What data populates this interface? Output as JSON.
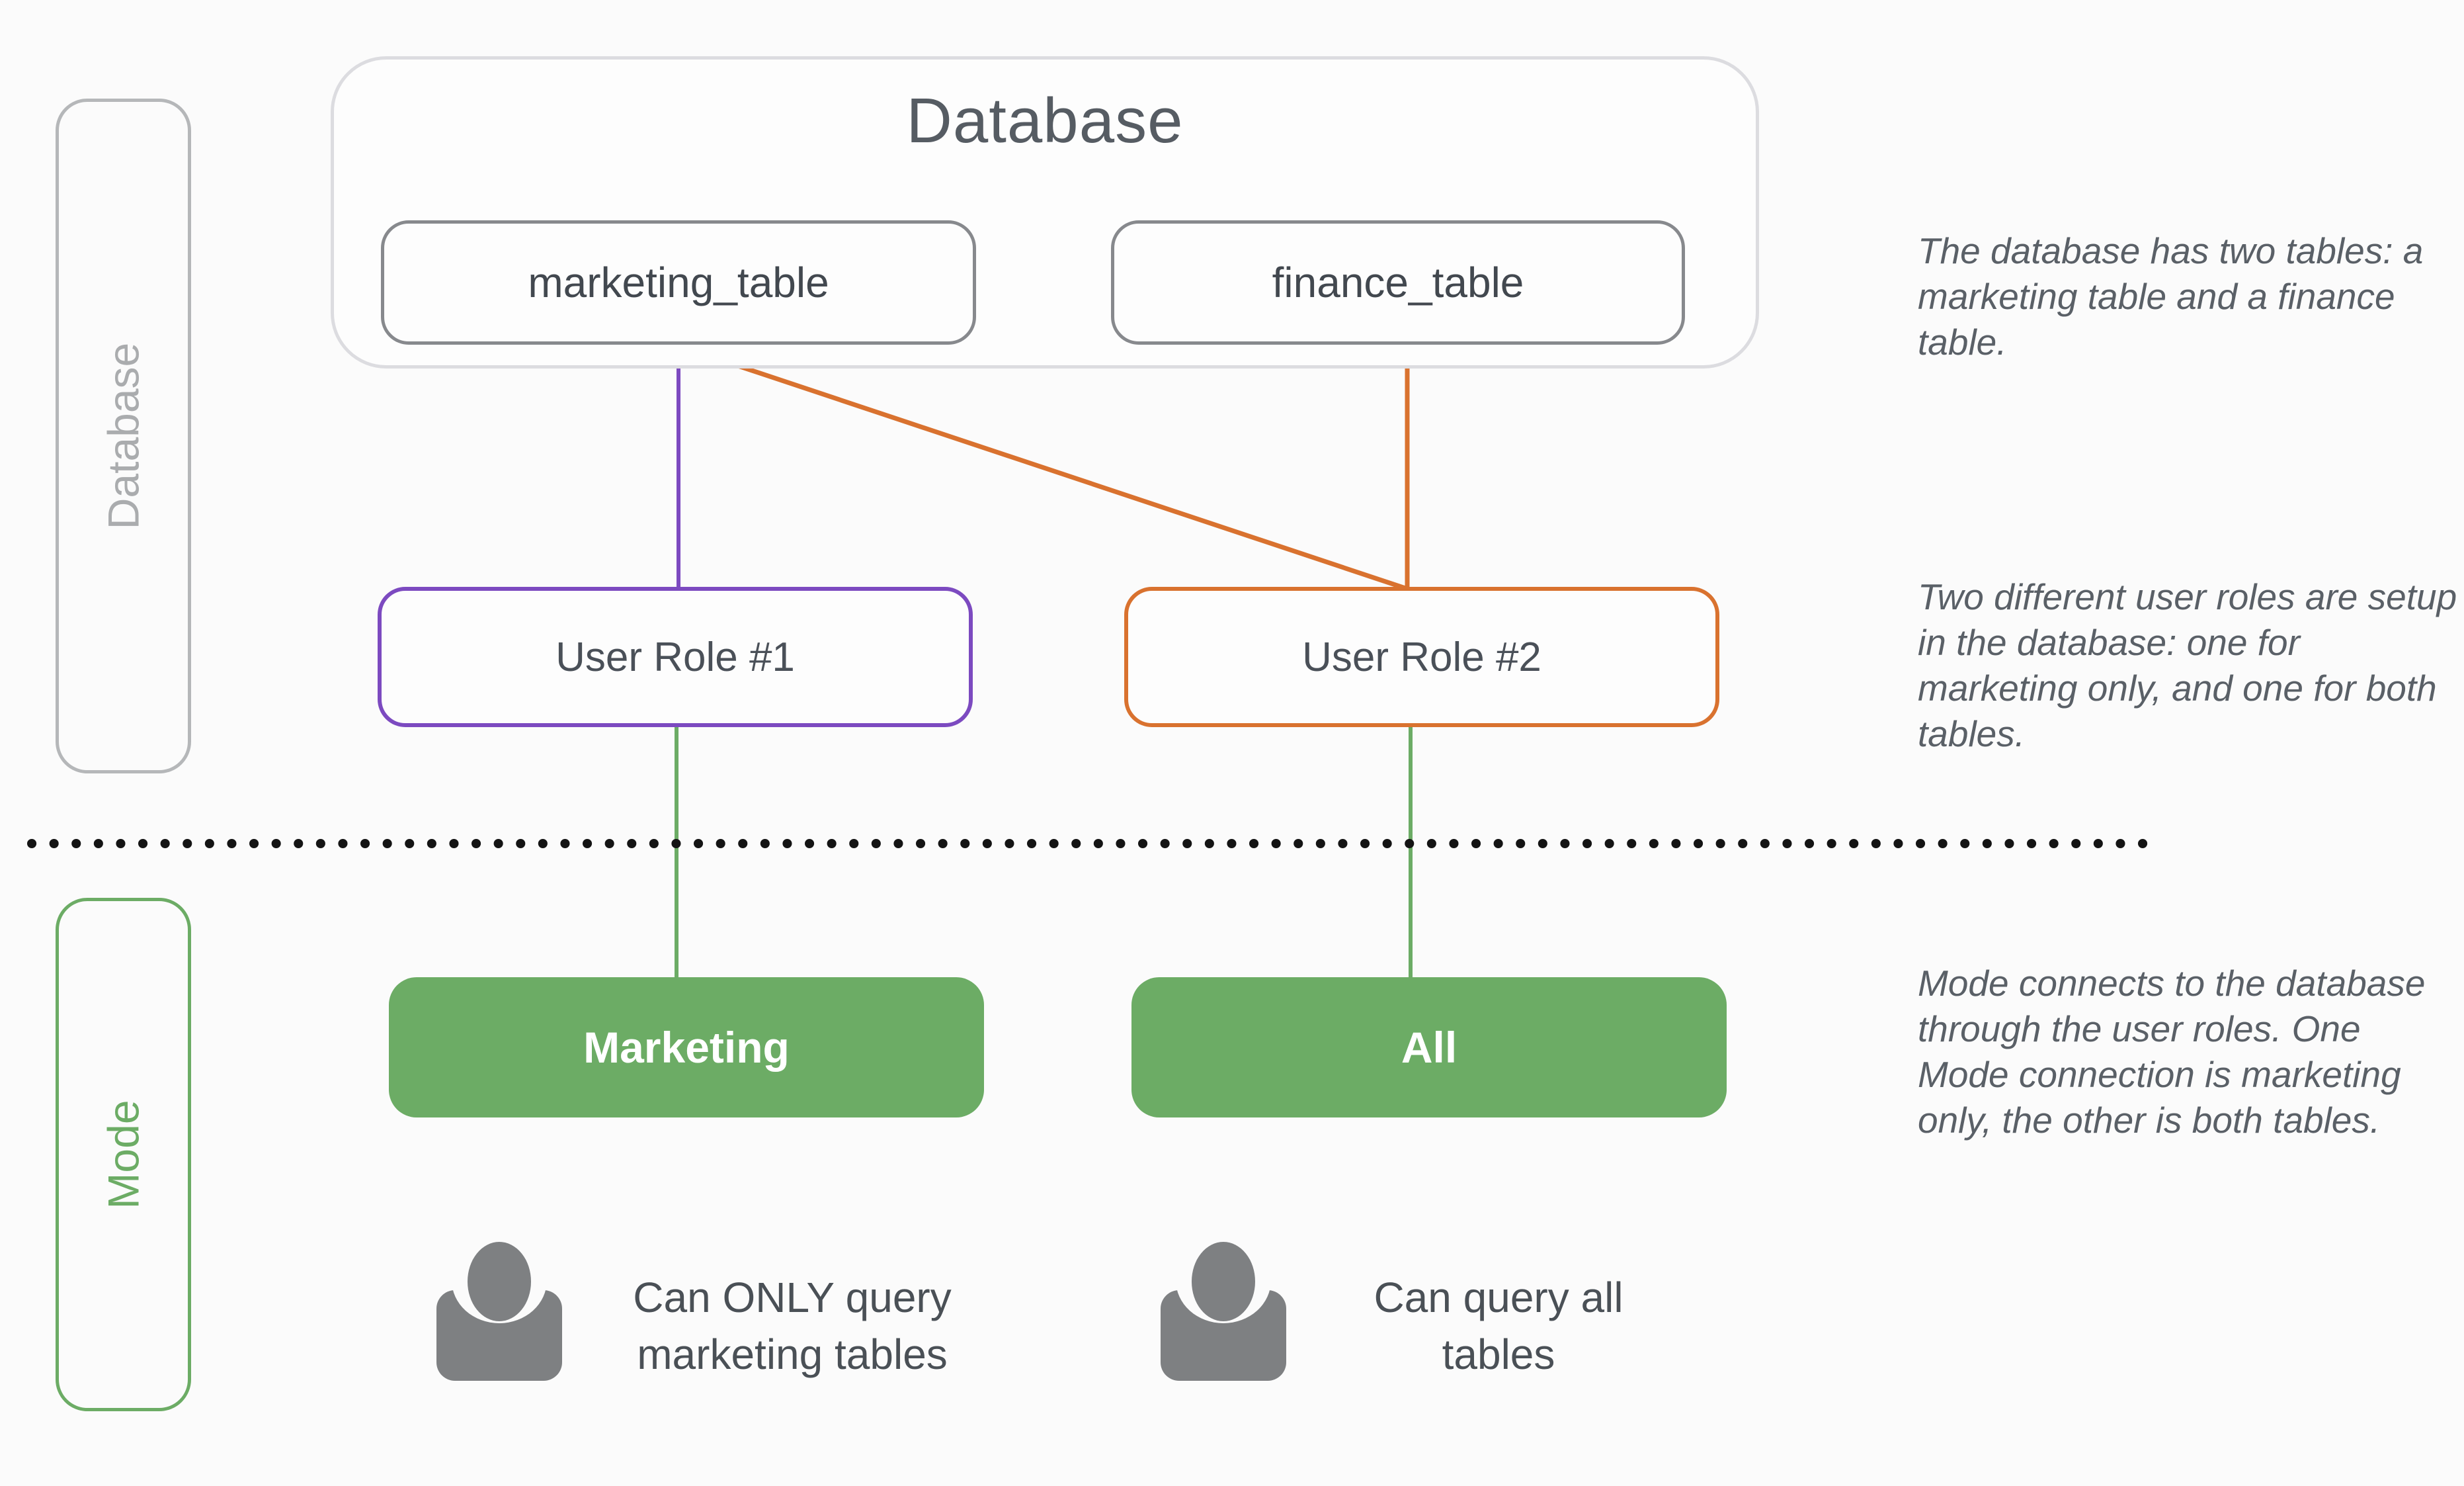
{
  "colors": {
    "bg": "#fbfbfb",
    "purple": "#7c4ac0",
    "orange": "#d9722f",
    "green": "#6cac65",
    "gray-border": "#87898d",
    "light-border": "#dcdce0",
    "sidebar-gray": "#b5b7b9",
    "sidebar-gray-text": "#aaacae",
    "title": "#565c63",
    "text": "#42484f",
    "annotation": "#5a6067",
    "person": "#7e8082",
    "dot": "#141414",
    "btn-text": "#ffffff"
  },
  "database": {
    "title": "Database",
    "sidebar_label": "Database",
    "tables": [
      {
        "label": "marketing_table"
      },
      {
        "label": "finance_table"
      }
    ]
  },
  "roles": [
    {
      "label": "User Role #1"
    },
    {
      "label": "User Role #2"
    }
  ],
  "mode": {
    "sidebar_label": "Mode",
    "connections": [
      {
        "label": "Marketing"
      },
      {
        "label": "All"
      }
    ],
    "users": [
      {
        "caption": "Can ONLY query\nmarketing tables"
      },
      {
        "caption": "Can query all\ntables"
      }
    ]
  },
  "annotations": [
    {
      "text": "The database has two tables: a\nmarketing table and a finance\ntable."
    },
    {
      "text": "Two different user roles are setup\nin the database: one for\nmarketing only, and one for both\ntables."
    },
    {
      "text": "Mode connects to the database\nthrough the user roles. One\nMode connection is marketing\nonly, the other is both tables."
    }
  ]
}
